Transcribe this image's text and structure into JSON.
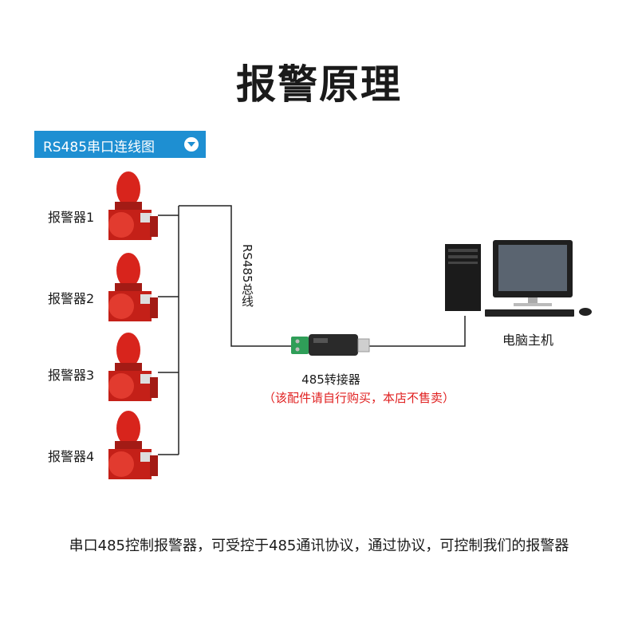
{
  "title": "报警原理",
  "tag": {
    "label": "RS485串口连线图"
  },
  "alarms": [
    {
      "label": "报警器1"
    },
    {
      "label": "报警器2"
    },
    {
      "label": "报警器3"
    },
    {
      "label": "报警器4"
    }
  ],
  "bus_label": "RS485总线",
  "converter": {
    "label": "485转接器",
    "note": "（该配件请自行购买，本店不售卖）"
  },
  "computer": {
    "label": "电脑主机"
  },
  "footer": "串口485控制报警器，可受控于485通讯协议，通过协议，可控制我们的报警器",
  "colors": {
    "accent": "#1e8fd2",
    "alarm_red": "#d8241c",
    "note_red": "#e02020"
  }
}
